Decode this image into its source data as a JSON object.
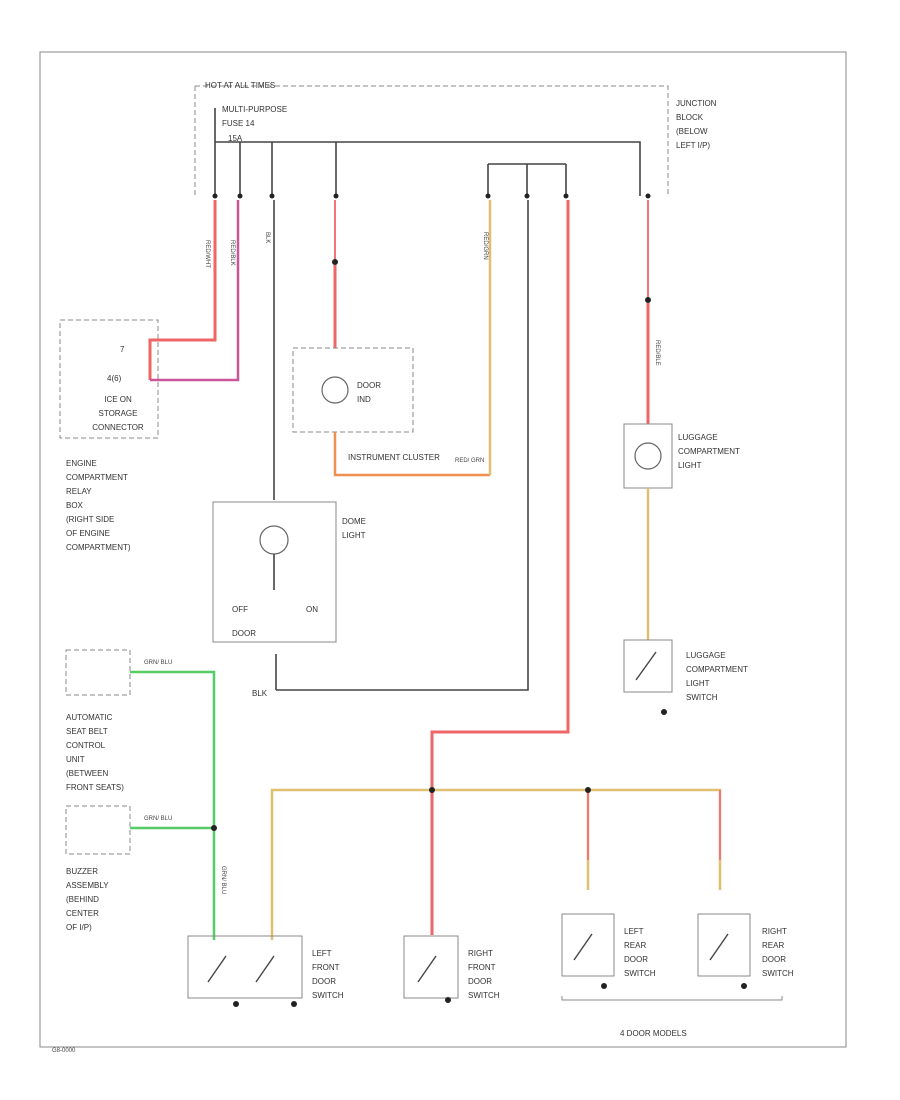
{
  "junction": {
    "hot_label": "HOT AT ALL TIMES",
    "fuse_label_1": "MULTI-PURPOSE",
    "fuse_label_2": "FUSE 14",
    "fuse_rating": "15A",
    "block_label": [
      "JUNCTION",
      "BLOCK",
      "(BELOW",
      "LEFT I/P)"
    ]
  },
  "components": {
    "storage_connector": {
      "pin1": "7",
      "pin2": "4(6)",
      "label": [
        "ICE ON",
        "STORAGE",
        "CONNECTOR"
      ]
    },
    "engine_relay_box": {
      "label": [
        "ENGINE",
        "COMPARTMENT",
        "RELAY",
        "BOX",
        "(RIGHT SIDE",
        "OF ENGINE",
        "COMPARTMENT)"
      ]
    },
    "door_ind": {
      "label": [
        "DOOR",
        "IND"
      ]
    },
    "instrument_cluster": {
      "label": "INSTRUMENT CLUSTER",
      "wire": "RED/ GRN"
    },
    "dome_light": {
      "label": [
        "DOME",
        "LIGHT"
      ],
      "off": "OFF",
      "on": "ON",
      "door": "DOOR"
    },
    "luggage_light": {
      "label": [
        "LUGGAGE",
        "COMPARTMENT",
        "LIGHT"
      ]
    },
    "luggage_switch": {
      "label": [
        "LUGGAGE",
        "COMPARTMENT",
        "LIGHT",
        "SWITCH"
      ]
    },
    "seat_belt_unit": {
      "wire": "GRN/ BLU",
      "label": [
        "AUTOMATIC",
        "SEAT BELT",
        "CONTROL",
        "UNIT",
        "(BETWEEN",
        "FRONT SEATS)"
      ]
    },
    "buzzer": {
      "wire": "GRN/ BLU",
      "label": [
        "BUZZER",
        "ASSEMBLY",
        "(BEHIND",
        "CENTER",
        "OF I/P)"
      ]
    },
    "left_front_switch": {
      "label": [
        "LEFT",
        "FRONT",
        "DOOR",
        "SWITCH"
      ]
    },
    "right_front_switch": {
      "label": [
        "RIGHT",
        "FRONT",
        "DOOR",
        "SWITCH"
      ]
    },
    "left_rear_switch": {
      "label": [
        "LEFT",
        "REAR",
        "DOOR",
        "SWITCH"
      ]
    },
    "right_rear_switch": {
      "label": [
        "RIGHT",
        "REAR",
        "DOOR",
        "SWITCH"
      ]
    },
    "four_door": "4 DOOR MODELS"
  },
  "wires": {
    "red_wht": "RED/WHT",
    "red_blk": "RED/BLK",
    "blk": "BLK",
    "red_grn": "RED/GRN",
    "red_ble": "RED/BLE",
    "blk_lower": "BLK",
    "grn_blu": "GRN/ BLU"
  },
  "footer": {
    "code": "G8-0000"
  }
}
